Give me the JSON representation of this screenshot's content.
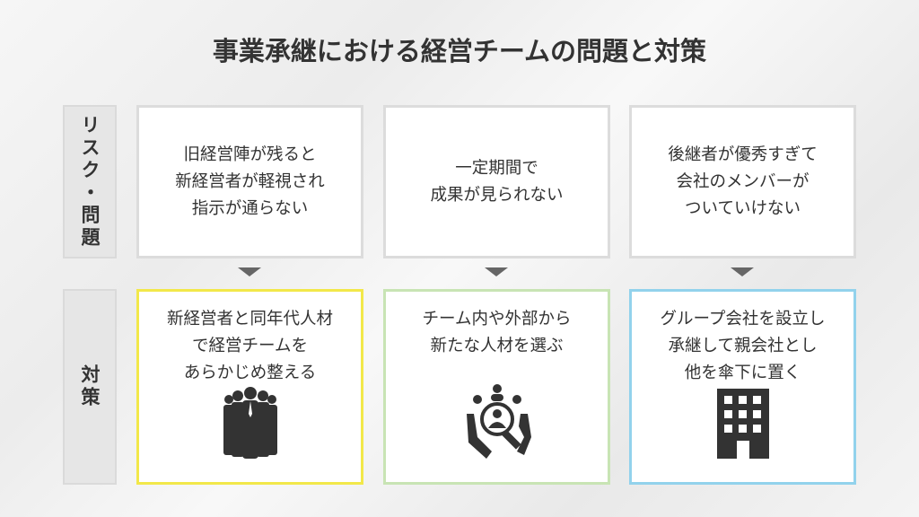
{
  "title": "事業承継における経営チームの問題と対策",
  "row_labels": {
    "risk": "リスク・問題",
    "solution": "対策"
  },
  "columns": [
    {
      "risk": "旧経営陣が残ると\n新経営者が軽視され\n指示が通らない",
      "solution": "新経営者と同年代人材\nで経営チームを\nあらかじめ整える",
      "icon": "business-team-icon",
      "border_color": "#f2e84a"
    },
    {
      "risk": "一定期間で\n成果が見られない",
      "solution": "チーム内や外部から\n新たな人材を選ぶ",
      "icon": "talent-search-icon",
      "border_color": "#c8e4b4"
    },
    {
      "risk": "後継者が優秀すぎて\n会社のメンバーが\nついていけない",
      "solution": "グループ会社を設立し\n承継して親会社とし\n他を傘下に置く",
      "icon": "office-building-icon",
      "border_color": "#92d2ec"
    }
  ]
}
